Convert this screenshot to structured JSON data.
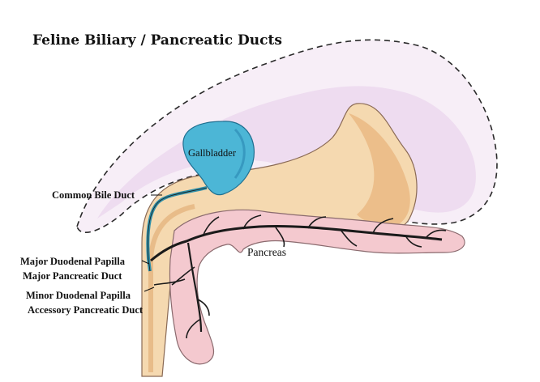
{
  "title": "Feline Biliary / Pancreatic Ducts",
  "structures": {
    "gallbladder": "Gallbladder",
    "pancreas": "Pancreas"
  },
  "labels": {
    "common_bile_duct": "Common Bile Duct",
    "major_duodenal_papilla": "Major Duodenal Papilla",
    "major_pancreatic_duct": "Major Pancreatic Duct",
    "minor_duodenal_papilla": "Minor Duodenal Papilla",
    "accessory_pancreatic_duct": "Accessory Pancreatic Duct"
  },
  "colors": {
    "liver_outline": "#2a2a2a",
    "liver_fill": "#f2e6f2",
    "liver_shading": "#e3c8e6",
    "duodenum_fill": "#f3d3a8",
    "duodenum_shading": "#e7b47c",
    "gallbladder_fill": "#4cb6d6",
    "gallbladder_dark": "#2a86b0",
    "pancreas_fill": "#f4c9cf",
    "pancreas_outline": "#8a6a6e",
    "duct_color": "#1a1a1a",
    "bile_duct_color": "#2f8fa8"
  }
}
